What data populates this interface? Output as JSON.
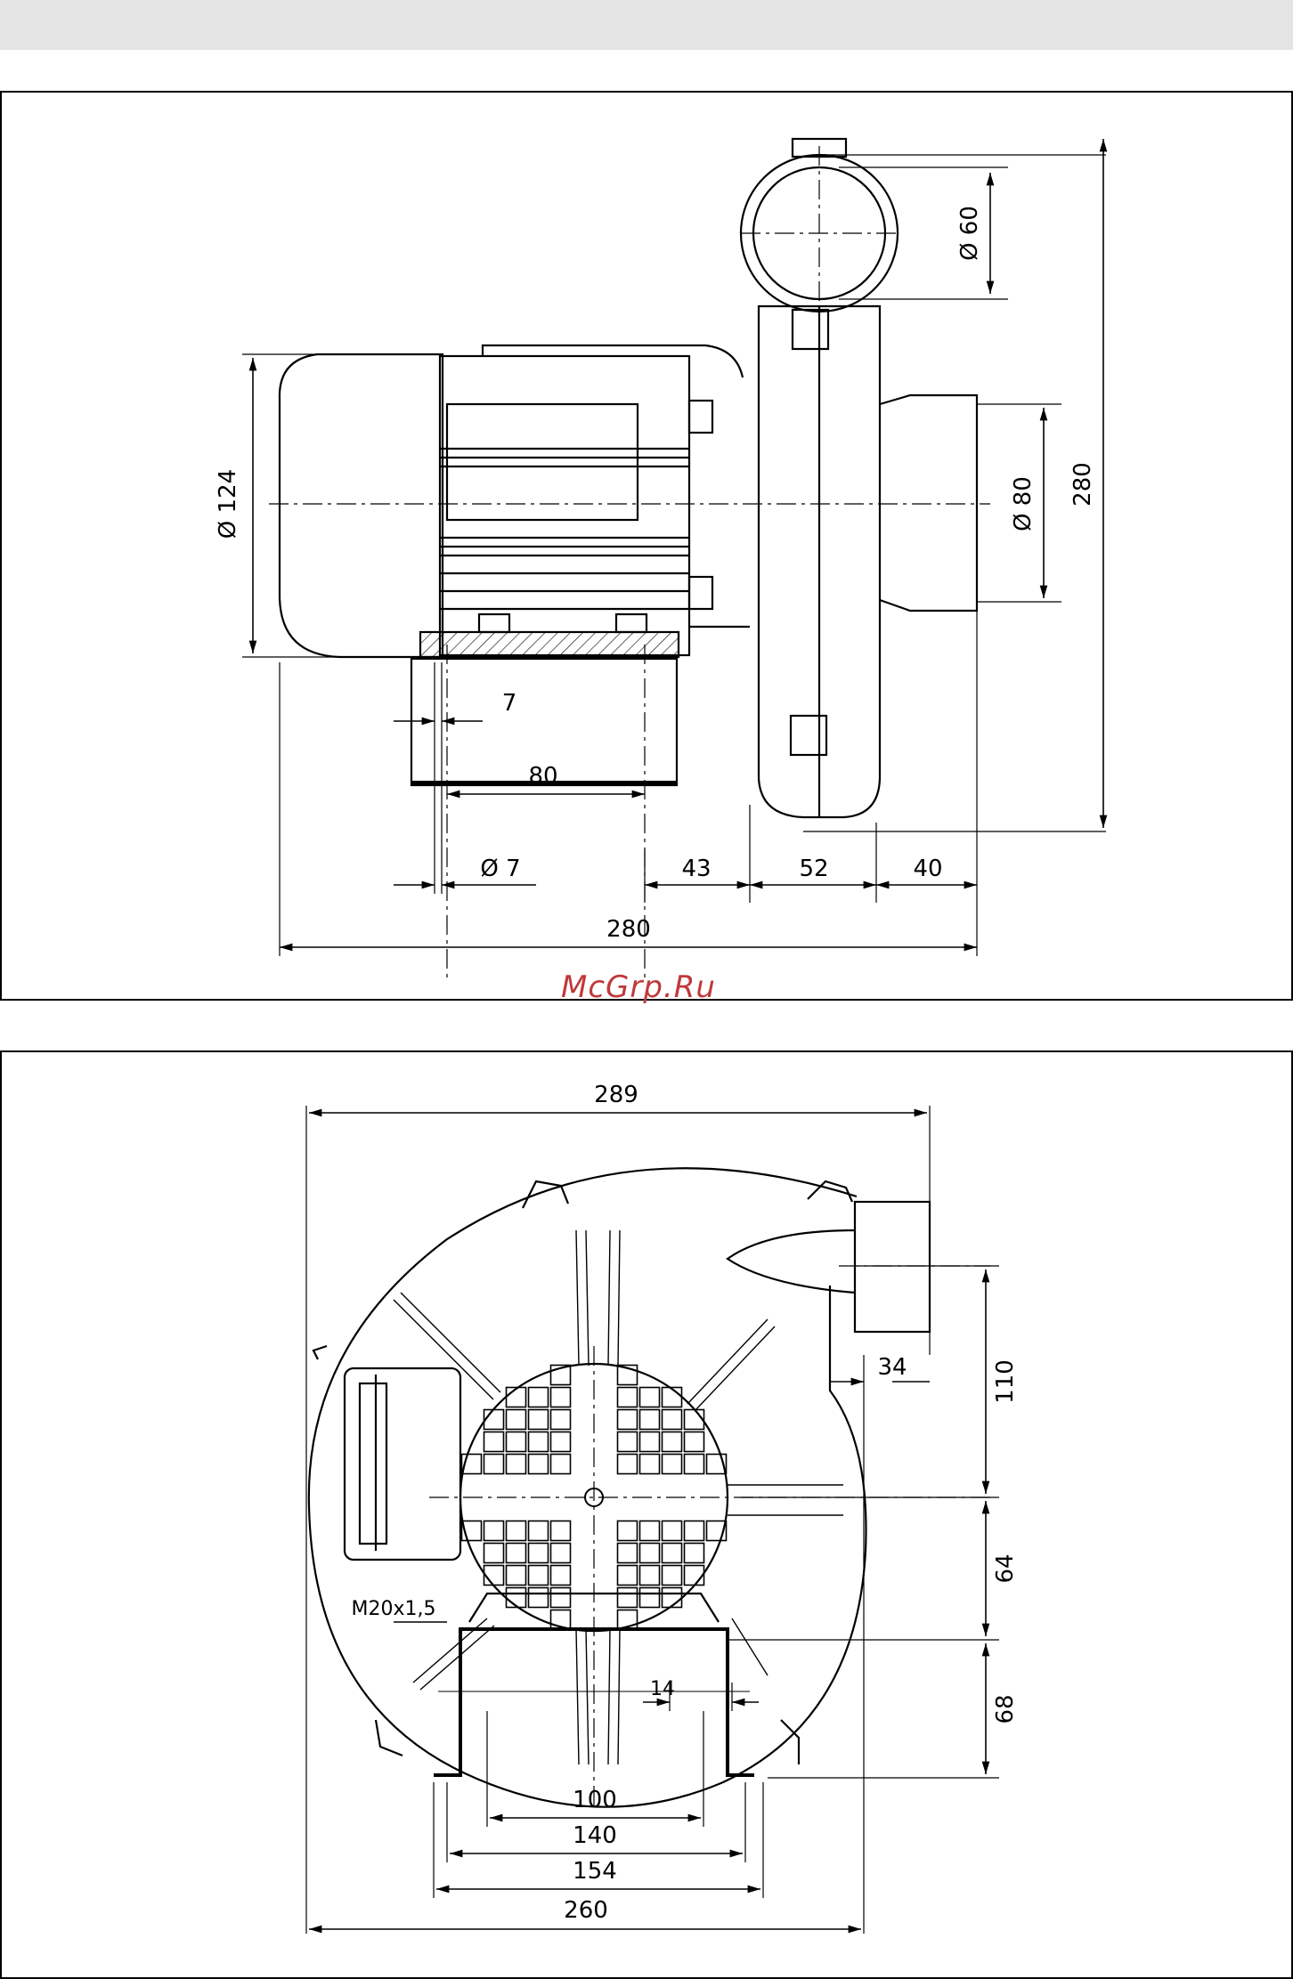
{
  "watermark": "McGrp.Ru",
  "side_view": {
    "dimensions": {
      "dia_124": "Ø 124",
      "dia_60": "Ø 60",
      "dia_80": "Ø 80",
      "height_280": "280",
      "hole_7": "7",
      "hole_spacing_80": "80",
      "hole_dia_7": "Ø 7",
      "d43": "43",
      "d52": "52",
      "d40": "40",
      "length_280": "280"
    }
  },
  "front_view": {
    "dimensions": {
      "width_289": "289",
      "d34": "34",
      "d110": "110",
      "d64": "64",
      "d68": "68",
      "thread": "M20x1,5",
      "d14": "14",
      "d100": "100",
      "d140": "140",
      "d154": "154",
      "width_260": "260"
    }
  },
  "colors": {
    "line": "#000000",
    "watermark": "#c0393b",
    "topbar": "#e4e4e4"
  }
}
